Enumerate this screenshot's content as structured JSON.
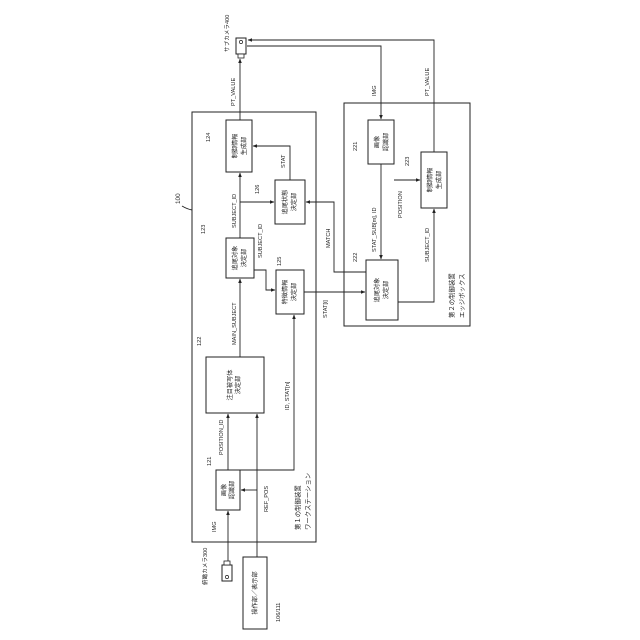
{
  "cameras": {
    "sub": "サブカメラ400",
    "main": "俯瞰カメラ300"
  },
  "terminal": {
    "label": "操作部／表示部",
    "ref": "106/111"
  },
  "device1": {
    "ref": "100",
    "title_line1": "第１の制御装置",
    "title_line2": "ワークステーション"
  },
  "device2": {
    "title_line1": "第２の制御装置",
    "title_line2": "エッジボックス"
  },
  "blocks": {
    "b121": {
      "num": "121",
      "line1": "画像",
      "line2": "認識部"
    },
    "b122": {
      "num": "122",
      "line1": "注目被写体",
      "line2": "決定部"
    },
    "b123": {
      "num": "123",
      "line1": "追尾対象",
      "line2": "決定部"
    },
    "b124": {
      "num": "124",
      "line1": "制御情報",
      "line2": "生成部"
    },
    "b125": {
      "num": "125",
      "line1": "特徴情報",
      "line2": "決定部"
    },
    "b126": {
      "num": "126",
      "line1": "追尾状態",
      "line2": "決定部"
    },
    "b221": {
      "num": "221",
      "line1": "画像",
      "line2": "認識部"
    },
    "b222": {
      "num": "222",
      "line1": "追尾対象",
      "line2": "決定部"
    },
    "b223": {
      "num": "223",
      "line1": "制御情報",
      "line2": "生成部"
    }
  },
  "signals": {
    "img1": "IMG",
    "position_id": "POSITION_ID",
    "main_subject": "MAIN_SUBJECT",
    "subject_id_a": "SUBJECT_ID",
    "subject_id_b": "SUBJECT_ID",
    "pt_value1": "PT_VALUE",
    "stat1": "STAT",
    "ref_pos": "REF_POS",
    "id_stat": "ID, STAT[n]",
    "stat_i": "STAT[i]",
    "match": "MATCH",
    "img2": "IMG",
    "stat_sub": "STAT_SUB[m], ID",
    "position2": "POSITION",
    "subject_id_c": "SUBJECT_ID",
    "pt_value2": "PT_VALUE"
  },
  "colors": {
    "line": "#222222",
    "background": "#ffffff"
  }
}
